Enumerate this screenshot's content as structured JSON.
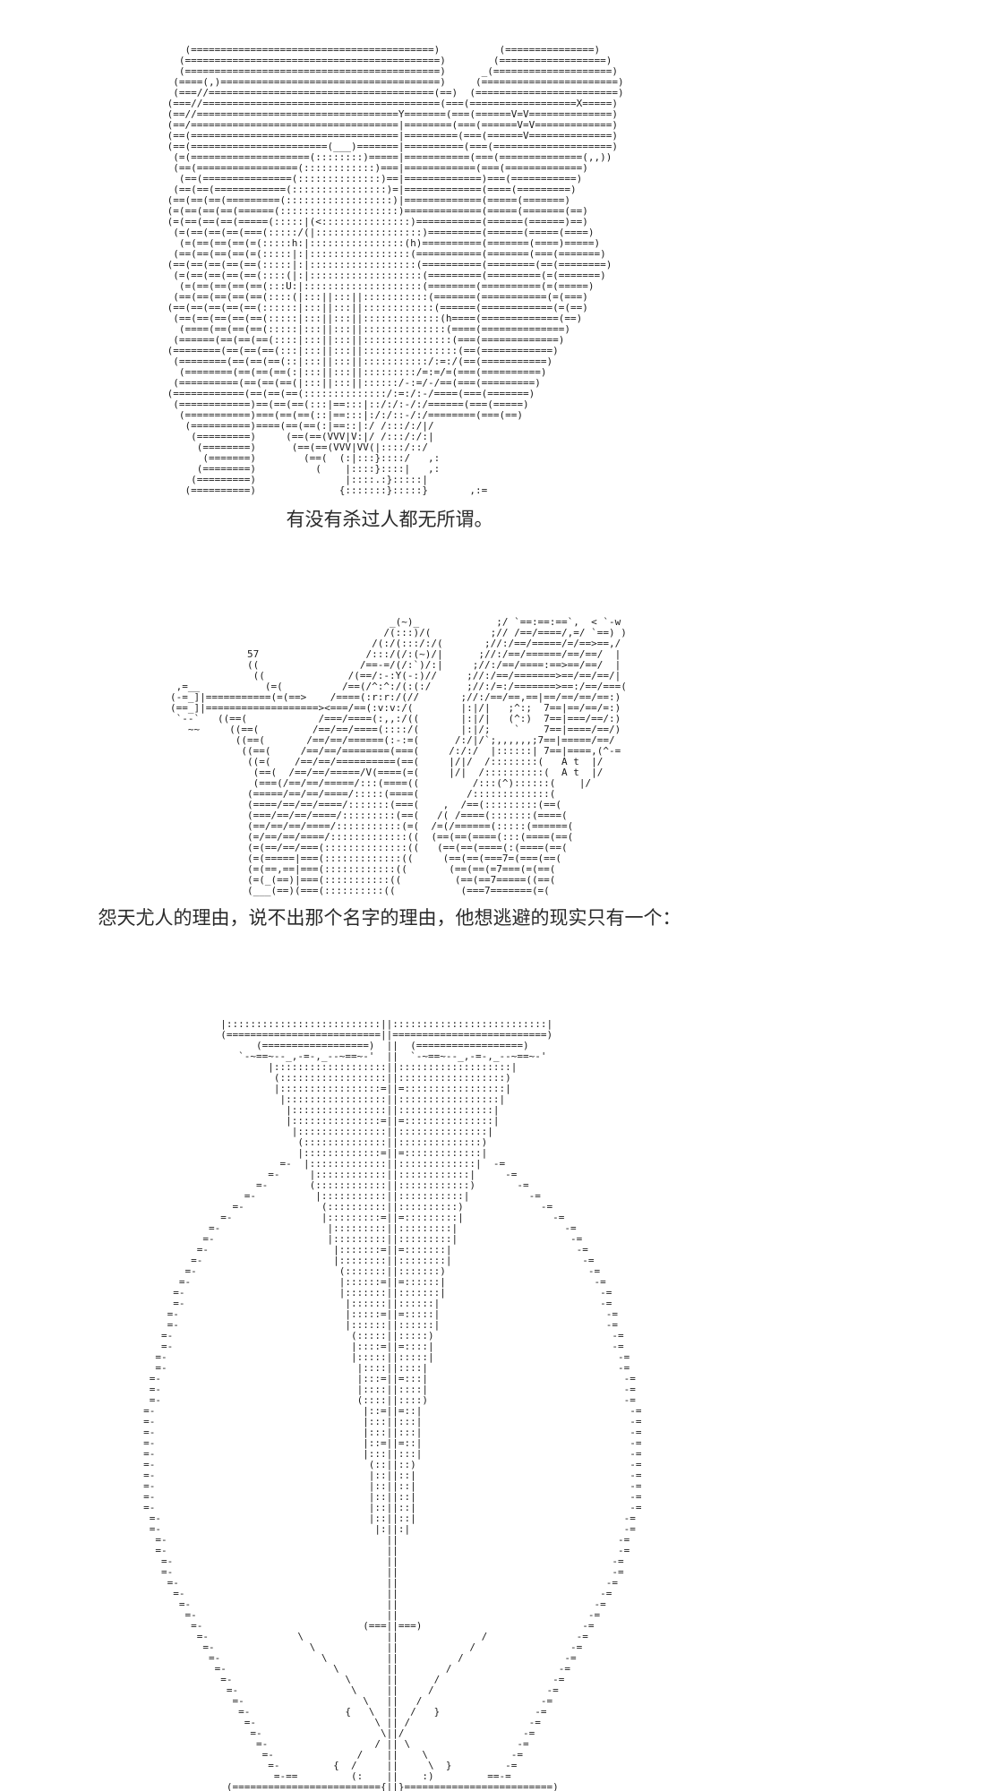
{
  "page": {
    "background": "#ffffff",
    "text_color": "#1c1c1c"
  },
  "captions": {
    "caption1": "有没有杀过人都无所谓。",
    "caption2": "怨天尤人的理由，说不出那个名字的理由，他想逃避的现实只有一个："
  },
  "ascii_art": {
    "panel1": [
      "     (=========================================)          (===============)",
      "    (===========================================)        (==================)",
      "    (===========================================)      _(====================)",
      "   (====(,)=====================================)     (=======================)",
      "   (===//======================================(==)  (========================)",
      "  (===//========================================(===(==================X=====)",
      "  (==//==================================Y=======(===(======V=V==============)",
      "  (==/===================================|========(===(======V=V=============)",
      "  (==(===================================|=========(===(======V==============)",
      "  (==(=======================(___)=======|==========(===(====================)",
      "   (=(====================(::::::::)=====|===========(===(==============(,,))",
      "   (==(=================(::::::::::::)===|============(===(=============)",
      "    (==(===============(::::::::::::::)==|=============)===(===========)",
      "   (==(==(============(::::::::::::::::)=|=============(====(=========)",
      "  (==(==(==(=========(::::::::::::::::::)|=============(=====(=======)",
      "  (=(==(==(==(======(::::::::::::::::::::)=============(=====(=======(==)",
      "  (=(==(==(==(=====(:::::|(<:::::::::::::::)===========(======(======)==)",
      "   (=(==(==(==(===(:::::/(|::::::::::::::::::)=========(======(=====(====)",
      "    (=(==(==(==(=(:::::h:|::::::::::::::::(h)==========(=======(====)=====)",
      "   (==(==(==(==(=(:::::|:|:::::::::::::::::(===========(=======(===(=======)",
      "  (==(==(==(==(==(:::::|:|::::::::::::::::::(==========(========(==(========)",
      "   (=(==(==(==(==(::::(|:|:::::::::::::::::::(=========(=========(=(=======)",
      "    (=(==(==(==(==(:::U:|::::::::::::::::::::(========(==========(=(=====)",
      "   (==(==(==(==(==(::::(|:::||:::||:::::::::::(=======(===========(=(===)",
      "  (==(==(==(==(==(::::::|:::||:::||::::::::::::(======(============(=(==)",
      "   (==(==(==(==(==(:::::|:::||:::||:::::::::::::(h====(=============(==)",
      "    (====(==(==(==(:::::|:::||:::||::::::::::::::(====(==============)",
      "   (======(==(==(==(::::|:::||:::||:::::::::::::::(===(=============)",
      "  (========(==(==(==(:::|:::||:::||::::::::::::::::(==(============)",
      "   (========(==(==(==(::|:::||:::||:::::::::::/:=:/(==(===========)",
      "    (========(==(==(==(:|:::||:::||:::::::::/=:=/=(===(==========)",
      "   (==========(==(==(==(|:::||:::||::::::/-:=/-/==(===(=========)",
      "  (============(==(==(==(::::::::::::::/:=:/:-/====(===(=======)",
      "   (============)==(==(==(:::|==:::|::/:/:-/:/======(===(=====)",
      "    (===========)===(==(==(::|==:::|:/:/::-/:/========(===(==)",
      "     (==========)====(==(==(:|==::|:/ /:::/:/|/",
      "      (=========)     (==(==(VVV|V:|/ /:::/:/:|",
      "       (========)      (==(==(VVV|VV(|::::/::/",
      "        (=======)        (==(  (:|:::}::::/   ,:",
      "       (========)          (    |::::}::::|   ,:",
      "      (=========)               |::::.:}:::::|",
      "     (==========)              {:::::::}:::::}       ,:="
    ],
    "panel2": [
      "                                        _(~)_             ;/ `==:==:==`,  < `-w",
      "                                       /(:::)/(          ;// /==/====/,=/ `==) )",
      "                                     /(:/(:::/:/(       ;//:/==/=====/=/==>==,/",
      "                57                  /:::/(/:(~)/|      ;//:/==/======/==/==/  |",
      "                ((                 /==-=/(/:`)/:|     ;//:/==/====:==>==/==/  |",
      "                 ((              /(==/:-:Y(-:)//     ;//:/==/=======>==/==/==/|",
      "    ,=__           (=(          /==(/^:^:/(:(:/      ;//:/=:/=======>==:/==/===(",
      "   (-=_]|===========(=(==>    /====(:r:r:/(//       ;//:/==/==,==|==/==/==/==:)",
      "   (==_]|===================><===/==(:v:v:/(        |:|/|   ;^:;  7==|==/==/=:)",
      "    `--`   ((==(            /===/====(:,,:/((       |:|/|   (^:)  7==|===/==/:)",
      "      ~~     ((==(         /==/==/====(::::/(       |:|/;    `    7==|====/==/)",
      "              ((==(       /==/==/======(:-:=(      /:/|/`;,,,,,,;7==|=====/==/",
      "               ((==(     /==/==/========(===(     /:/:/  |::::::| 7==|====,(^-=",
      "                ((=(    /==/==/==========(==(     |/|/  /::::::::(   A t  |/",
      "                 (==(  /==/==/=====/V(====(=(     |/|  /::::::::::(  A t  |/",
      "                 (===(/==/==/=====/:::(====((         /:::(^)::::::(    |/",
      "                (=====/==/==/====/:::::(====(        /:::::::::::::(",
      "                (====/==/==/====/:::::::(===(    ,  /==(:::::::::(==(",
      "                (===/==/==/====/:::::::::(==(   /( /====(:::::::(====(",
      "                (==/==/==/====/:::::::::::(=(  /=(/======(:::::(======(",
      "                (=/==/==/====/:::::::::::::((  (==(==(====(:::(====(==(",
      "                (=(==/==/===(::::::::::::::((   (==(==(====(:(====(==(",
      "                (=(=====|===(:::::::::::::((     (==(==(===7=(===(==(",
      "                (=(==,==|===(::::::::::::((       (==(==(=7===(=(==(",
      "                (=(_(==)|===(:::::::::::((         (==(==7=====((==(",
      "                (___(==)(===(::::::::::((           (===7=======(=("
    ],
    "panel3": [
      "              |::::::::::::::::::::::::::||::::::::::::::::::::::::::|",
      "              (==========================||==========================)",
      "                    (==================)  ||  (==================)",
      "                 `-~==~--_,-=-,_--~==~-'  ||  `-~==~--_,-=-,_--~==~-'",
      "                      |:::::::::::::::::::||:::::::::::::::::::|",
      "                       (::::::::::::::::::||::::::::::::::::::)",
      "                       |:::::::::::::::::=||=:::::::::::::::::|",
      "                        |:::::::::::::::::||:::::::::::::::::|",
      "                         |::::::::::::::::||::::::::::::::::|",
      "                         |:::::::::::::::=||=:::::::::::::::|",
      "                          |:::::::::::::::||:::::::::::::::|",
      "                           (::::::::::::::||::::::::::::::)",
      "                           |:::::::::::::=||=:::::::::::::|",
      "                        =-  |:::::::::::::||:::::::::::::|  -=",
      "                      =-     |::::::::::::||::::::::::::|     -=",
      "                    =-       (::::::::::::||::::::::::::)       -=",
      "                  =-          |:::::::::::||:::::::::::|          -=",
      "                =-             (::::::::::||::::::::::)             -=",
      "              =-               |:::::::::=||=:::::::::|               -=",
      "            =-                  |:::::::::||:::::::::|                  -=",
      "           =-                   |:::::::::||:::::::::|                   -=",
      "          =-                     |:::::::=||=:::::::|                     -=",
      "         =-                      |::::::::||::::::::|                      -=",
      "        =-                        (:::::::||:::::::)                        -=",
      "       =-                         |::::::=||=::::::|                         -=",
      "      =-                          |:::::::||:::::::|                          -=",
      "      =-                           |::::::||::::::|                           -=",
      "     =-                            |:::::=||=:::::|                            -=",
      "     =-                            |::::::||::::::|                            -=",
      "    =-                              (:::::||:::::)                              -=",
      "    =-                              |::::=||=::::|                              -=",
      "   =-                               |:::::||:::::|                               -=",
      "   =-                                |::::||::::|                                -=",
      "  =-                                 |:::=||=:::|                                 -=",
      "  =-                                 |::::||::::|                                 -=",
      "  =-                                 (::::||::::)                                 -=",
      " =-                                   |::=||=::|                                   -=",
      " =-                                   |:::||:::|                                   -=",
      " =-                                   |:::||:::|                                   -=",
      " =-                                   |::=||=::|                                   -=",
      " =-                                   |:::||:::|                                   -=",
      " =-                                    (::||::)                                    -=",
      " =-                                    |::||::|                                    -=",
      " =-                                    |::||::|                                    -=",
      " =-                                    |::||::|                                    -=",
      " =-                                    |::||::|                                    -=",
      "  =-                                   |::||::|                                   -=",
      "  =-                                    |:||:|                                    -=",
      "   =-                                     ||                                     -=",
      "   =-                                     ||                                     -=",
      "    =-                                    ||                                    -=",
      "    =-                                    ||                                    -=",
      "     =-                                   ||                                   -=",
      "      =-                                  ||                                  -=",
      "       =-                                 ||                                 -=",
      "        =-                                ||                                -=",
      "         =-                           (===||===)                           -=",
      "          =-               \\              ||              /               -=",
      "           =-                \\            ||            /                -=",
      "            =-                 \\          ||          /                 -=",
      "             =-                  \\        ||        /                  -=",
      "              =-                   \\      ||      /                   -=",
      "               =-                   \\     ||     /                   -=",
      "                =-                    \\   ||   /                    -=",
      "                 =-                {   \\  ||  /   }                -=",
      "                  =-                    \\ || /                    -=",
      "                   =-                    \\||/                    -=",
      "                    =-                  / || \\                  -=",
      "                     =-              /    ||    \\              -=",
      "                      =-         {  /     ||     \\  }         -=",
      "                       =-==         (:    ||    :)         ==-=",
      "               (========================={||}=========================)"
    ]
  }
}
